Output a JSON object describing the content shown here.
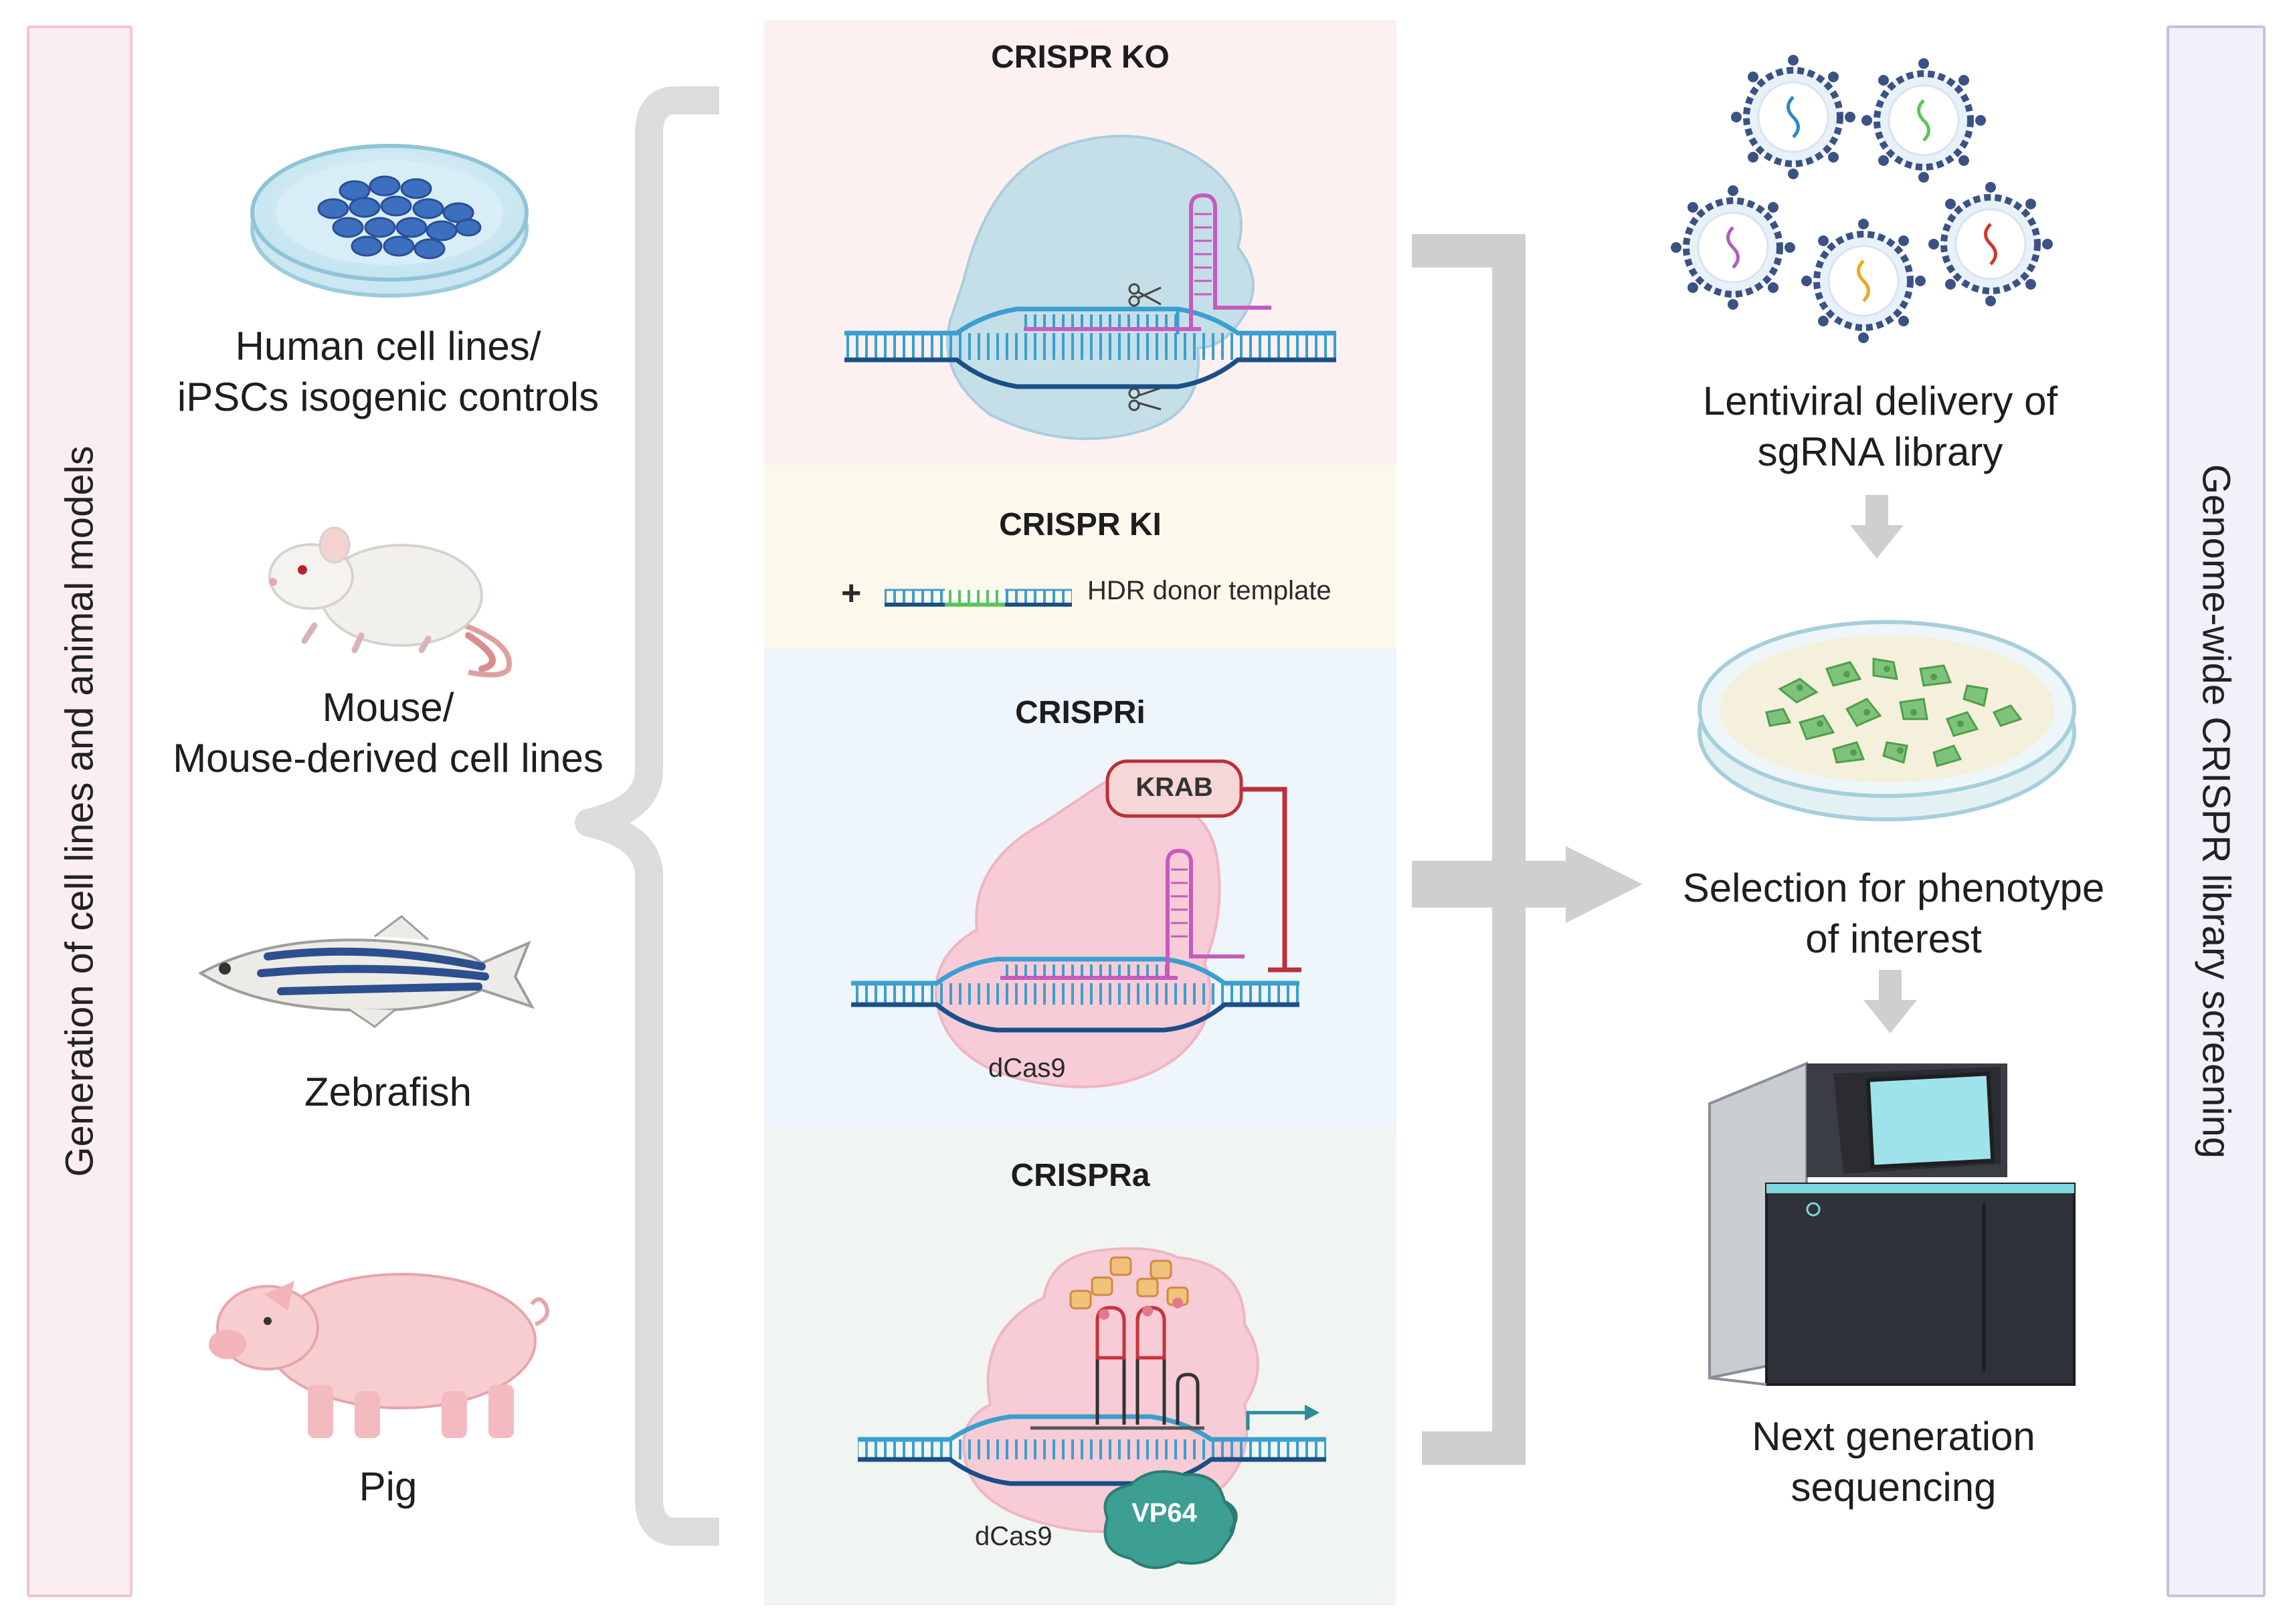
{
  "left_sidebar": {
    "label": "Generation of cell lines and animal models",
    "color": "#f2c6cc"
  },
  "right_sidebar": {
    "label": "Genome-wide CRISPR library screening",
    "color": "#c9bedf"
  },
  "models": [
    {
      "name": "human-cells",
      "caption_lines": [
        "Human cell lines/",
        "iPSCs isogenic controls"
      ]
    },
    {
      "name": "mouse",
      "caption_lines": [
        "Mouse/",
        "Mouse-derived cell lines"
      ]
    },
    {
      "name": "zebrafish",
      "caption_lines": [
        "Zebrafish"
      ]
    },
    {
      "name": "pig",
      "caption_lines": [
        "Pig"
      ]
    }
  ],
  "panels": {
    "ko": {
      "title": "CRISPR KO",
      "bg": "#fdf0f1"
    },
    "ki": {
      "title": "CRISPR KI",
      "donor_label": "HDR donor template",
      "plus": "+",
      "bg": "#fdf8ec"
    },
    "crispri": {
      "title": "CRISPRi",
      "krab": "KRAB",
      "dcas9": "dCas9",
      "bg": "#eef5fb"
    },
    "crispra": {
      "title": "CRISPRa",
      "vp64": "VP64",
      "dcas9": "dCas9",
      "bg": "#f1f5f1"
    }
  },
  "workflow": [
    {
      "name": "lentiviral-delivery",
      "caption_lines": [
        "Lentiviral delivery of",
        "sgRNA library"
      ]
    },
    {
      "name": "selection",
      "caption_lines": [
        "Selection for phenotype",
        "of interest"
      ]
    },
    {
      "name": "ngs",
      "caption_lines": [
        "Next generation",
        "sequencing"
      ]
    }
  ],
  "colors": {
    "dna_blue": "#3a9fd0",
    "dna_dark": "#1a4f87",
    "guide": "#c45bbf",
    "cas_ko": "#bfdbe6",
    "cas_i": "#f7ccd6",
    "bracket": "#d9d9d9",
    "arrow": "#c8c8c8",
    "krab_fill": "#f6d7d7",
    "krab_stroke": "#b9313a",
    "vp64": "#3d9e93"
  }
}
